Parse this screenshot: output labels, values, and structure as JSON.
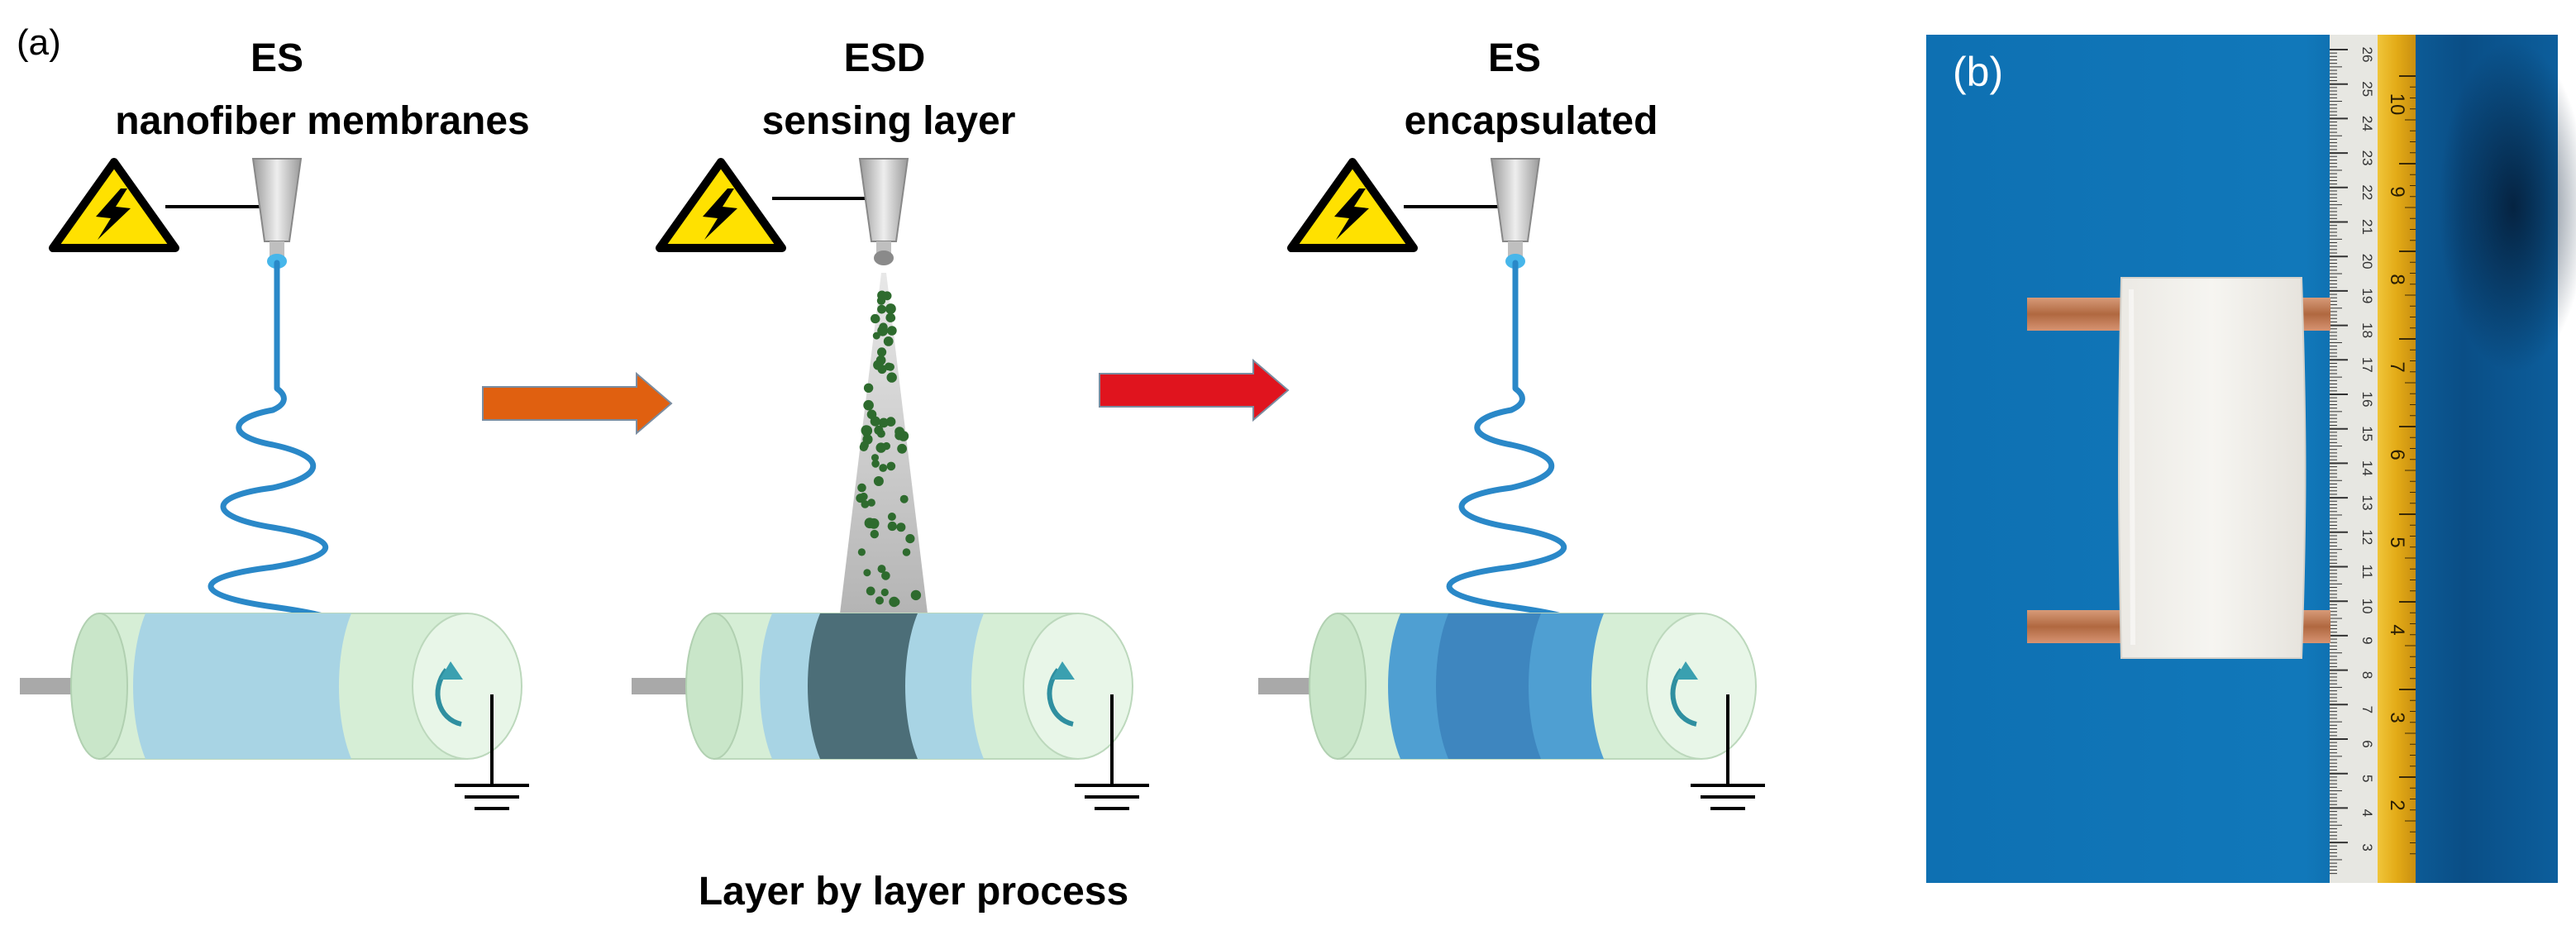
{
  "panel_a": {
    "label": "(a)",
    "steps": [
      {
        "title_line1": "ES",
        "title_line2": "nanofiber membranes"
      },
      {
        "title_line1": "ESD",
        "title_line2": "sensing layer"
      },
      {
        "title_line1": "ES",
        "title_line2": "encapsulated"
      }
    ],
    "caption": "Layer by layer process",
    "colors": {
      "arrow_1": "#E06010",
      "arrow_2": "#E0141E",
      "fiber": "#2A88C8",
      "drum_end": "#D6EED6",
      "layer_light": "#A8D4E4",
      "layer_mid": "#7FB8D6",
      "layer_dark": "#4C6E78",
      "layer_blue": "#4F9FD2",
      "layer_blue_dark": "#3E86BF",
      "droplet": "#2E6B2E",
      "warning": "#FFE100"
    }
  },
  "panel_b": {
    "label": "(b)",
    "colors": {
      "background": "#0F73B4",
      "ruler": "#E7E7E2",
      "tape_measure": "#E6B21E",
      "membrane": "#F2F0EC",
      "electrode": "#C07A55"
    },
    "ruler_cm_labels": [
      "26",
      "25",
      "24",
      "23",
      "22",
      "21",
      "20",
      "19",
      "18",
      "17",
      "16",
      "15",
      "14",
      "13",
      "12",
      "11",
      "10",
      "9",
      "8",
      "7",
      "6",
      "5",
      "4",
      "3"
    ],
    "tape_inch_labels": [
      "10",
      "9",
      "8",
      "7",
      "6",
      "5",
      "4",
      "3",
      "2"
    ]
  }
}
